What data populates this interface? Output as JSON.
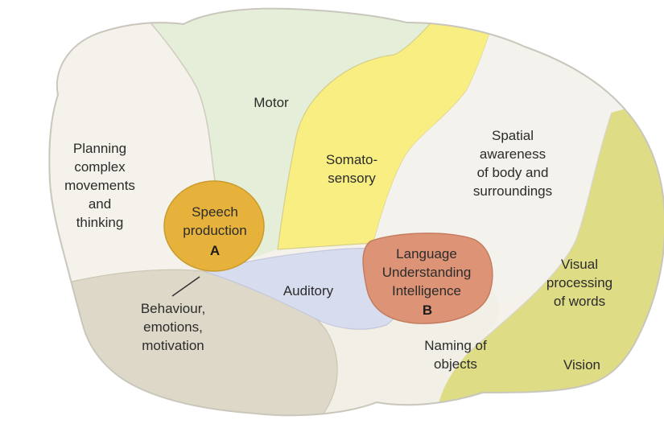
{
  "regions": {
    "planning": [
      "Planning",
      "complex",
      "movements",
      "and",
      "thinking"
    ],
    "motor": [
      "Motor"
    ],
    "somatosensory": [
      "Somato-",
      "sensory"
    ],
    "spatial": [
      "Spatial",
      "awareness",
      "of body and",
      "surroundings"
    ],
    "speech": [
      "Speech",
      "production"
    ],
    "speech_marker": "A",
    "auditory": [
      "Auditory"
    ],
    "language": [
      "Language",
      "Understanding",
      "Intelligence"
    ],
    "language_marker": "B",
    "visual_words": [
      "Visual",
      "processing",
      "of words"
    ],
    "behaviour": [
      "Behaviour,",
      "emotions,",
      "motivation"
    ],
    "naming": [
      "Naming of",
      "objects"
    ],
    "vision": [
      "Vision"
    ]
  },
  "colors": {
    "outline": "#c9c6bc",
    "frontal": "#f4f2ea",
    "motor": "#e5eed8",
    "somatosensory": "#f8ee82",
    "parietal": "#f3f2ed",
    "occipital": "#dfdc86",
    "temporal_lower": "#f4f2ea",
    "limbic": "#ddd8c8",
    "speech": "#e6b23c",
    "auditory": "#d8dcef",
    "language": "#dd9476"
  }
}
